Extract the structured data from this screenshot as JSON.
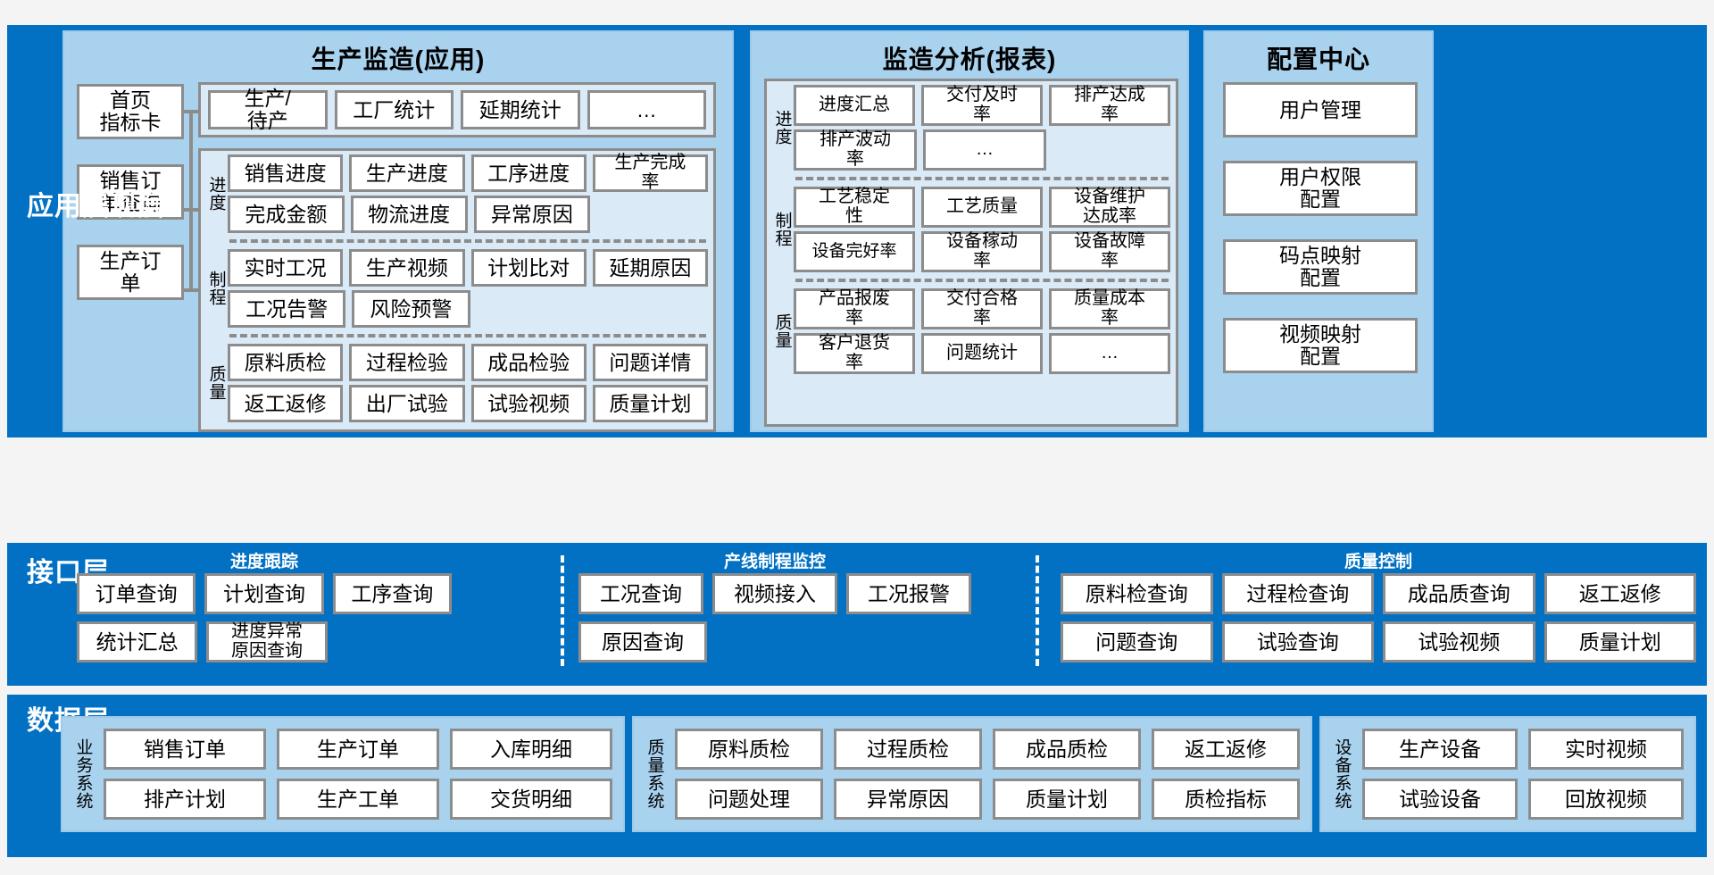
{
  "colors": {
    "layer_blue": "#0271c4",
    "panel_blue": "#a9d2ef",
    "subpanel_blue": "#dbeaf7",
    "box_border": "#8c8c8c",
    "box_fill": "#ffffff"
  },
  "application_layer": {
    "label": "应用展现层",
    "panels": {
      "app": {
        "title": "生产监造(应用)",
        "entries": [
          {
            "label": "首页\n指标卡"
          },
          {
            "label": "销售订\n单查询"
          },
          {
            "label": "生产订\n单"
          }
        ],
        "top_row": [
          "生产/\n待产",
          "工厂统计",
          "延期统计",
          "…"
        ],
        "sections": [
          {
            "name": "进度",
            "rows": [
              [
                "销售进度",
                "生产进度",
                "工序进度",
                "生产完成\n率"
              ],
              [
                "完成金额",
                "物流进度",
                "异常原因"
              ]
            ]
          },
          {
            "name": "制程",
            "rows": [
              [
                "实时工况",
                "生产视频",
                "计划比对",
                "延期原因"
              ],
              [
                "工况告警",
                "风险预警"
              ]
            ]
          },
          {
            "name": "质量",
            "rows": [
              [
                "原料质检",
                "过程检验",
                "成品检验",
                "问题详情"
              ],
              [
                "返工返修",
                "出厂试验",
                "试验视频",
                "质量计划"
              ]
            ]
          }
        ]
      },
      "report": {
        "title": "监造分析(报表)",
        "sections": [
          {
            "name": "进度",
            "rows": [
              [
                "进度汇总",
                "交付及时\n率",
                "排产达成\n率"
              ],
              [
                "排产波动\n率",
                "…"
              ]
            ]
          },
          {
            "name": "制程",
            "rows": [
              [
                "工艺稳定\n性",
                "工艺质量",
                "设备维护\n达成率"
              ],
              [
                "设备完好率",
                "设备稼动\n率",
                "设备故障\n率"
              ]
            ]
          },
          {
            "name": "质量",
            "rows": [
              [
                "产品报废\n率",
                "交付合格\n率",
                "质量成本\n率"
              ],
              [
                "客户退货\n率",
                "问题统计",
                "…"
              ]
            ]
          }
        ]
      },
      "config": {
        "title": "配置中心",
        "items": [
          "用户管理",
          "用户权限\n配置",
          "码点映射\n配置",
          "视频映射\n配置"
        ]
      }
    }
  },
  "interface_layer": {
    "label": "接口层",
    "groups": [
      {
        "title": "进度跟踪",
        "rows": [
          [
            "订单查询",
            "计划查询",
            "工序查询"
          ],
          [
            "统计汇总",
            "进度异常\n原因查询"
          ]
        ]
      },
      {
        "title": "产线制程监控",
        "rows": [
          [
            "工况查询",
            "视频接入",
            "工况报警"
          ],
          [
            "原因查询"
          ]
        ]
      },
      {
        "title": "质量控制",
        "rows": [
          [
            "原料检查询",
            "过程检查询",
            "成品质查询",
            "返工返修"
          ],
          [
            "问题查询",
            "试验查询",
            "试验视频",
            "质量计划"
          ]
        ]
      }
    ]
  },
  "data_layer": {
    "label": "数据层",
    "groups": [
      {
        "name": "业务系统",
        "rows": [
          [
            "销售订单",
            "生产订单",
            "入库明细"
          ],
          [
            "排产计划",
            "生产工单",
            "交货明细"
          ]
        ]
      },
      {
        "name": "质量系统",
        "rows": [
          [
            "原料质检",
            "过程质检",
            "成品质检",
            "返工返修"
          ],
          [
            "问题处理",
            "异常原因",
            "质量计划",
            "质检指标"
          ]
        ]
      },
      {
        "name": "设备系统",
        "rows": [
          [
            "生产设备",
            "实时视频"
          ],
          [
            "试验设备",
            "回放视频"
          ]
        ]
      }
    ]
  }
}
